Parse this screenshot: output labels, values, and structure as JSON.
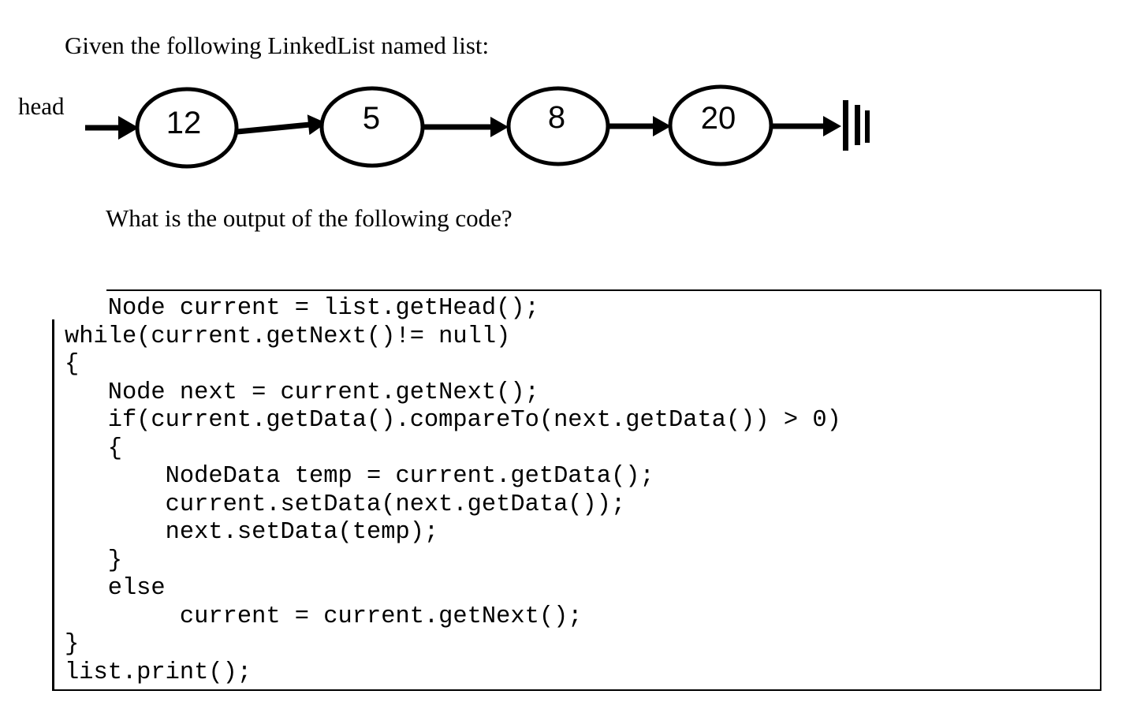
{
  "colors": {
    "ink": "#000000",
    "background": "#ffffff"
  },
  "intro": {
    "title": "Given the following LinkedList named list:"
  },
  "diagram": {
    "head_label": "head",
    "nodes": [
      {
        "value": "12"
      },
      {
        "value": "5"
      },
      {
        "value": "8"
      },
      {
        "value": "20"
      }
    ],
    "end_marker_icon": "null-terminator-bars"
  },
  "question": {
    "text": "What is the output of the following code?"
  },
  "code": {
    "lines": [
      "   Node current = list.getHead();",
      "while(current.getNext()!= null)",
      "{",
      "   Node next = current.getNext();",
      "   if(current.getData().compareTo(next.getData()) > 0)",
      "   {",
      "       NodeData temp = current.getData();",
      "       current.setData(next.getData());",
      "       next.setData(temp);",
      "   }",
      "   else",
      "        current = current.getNext();",
      "}",
      "list.print();"
    ]
  }
}
